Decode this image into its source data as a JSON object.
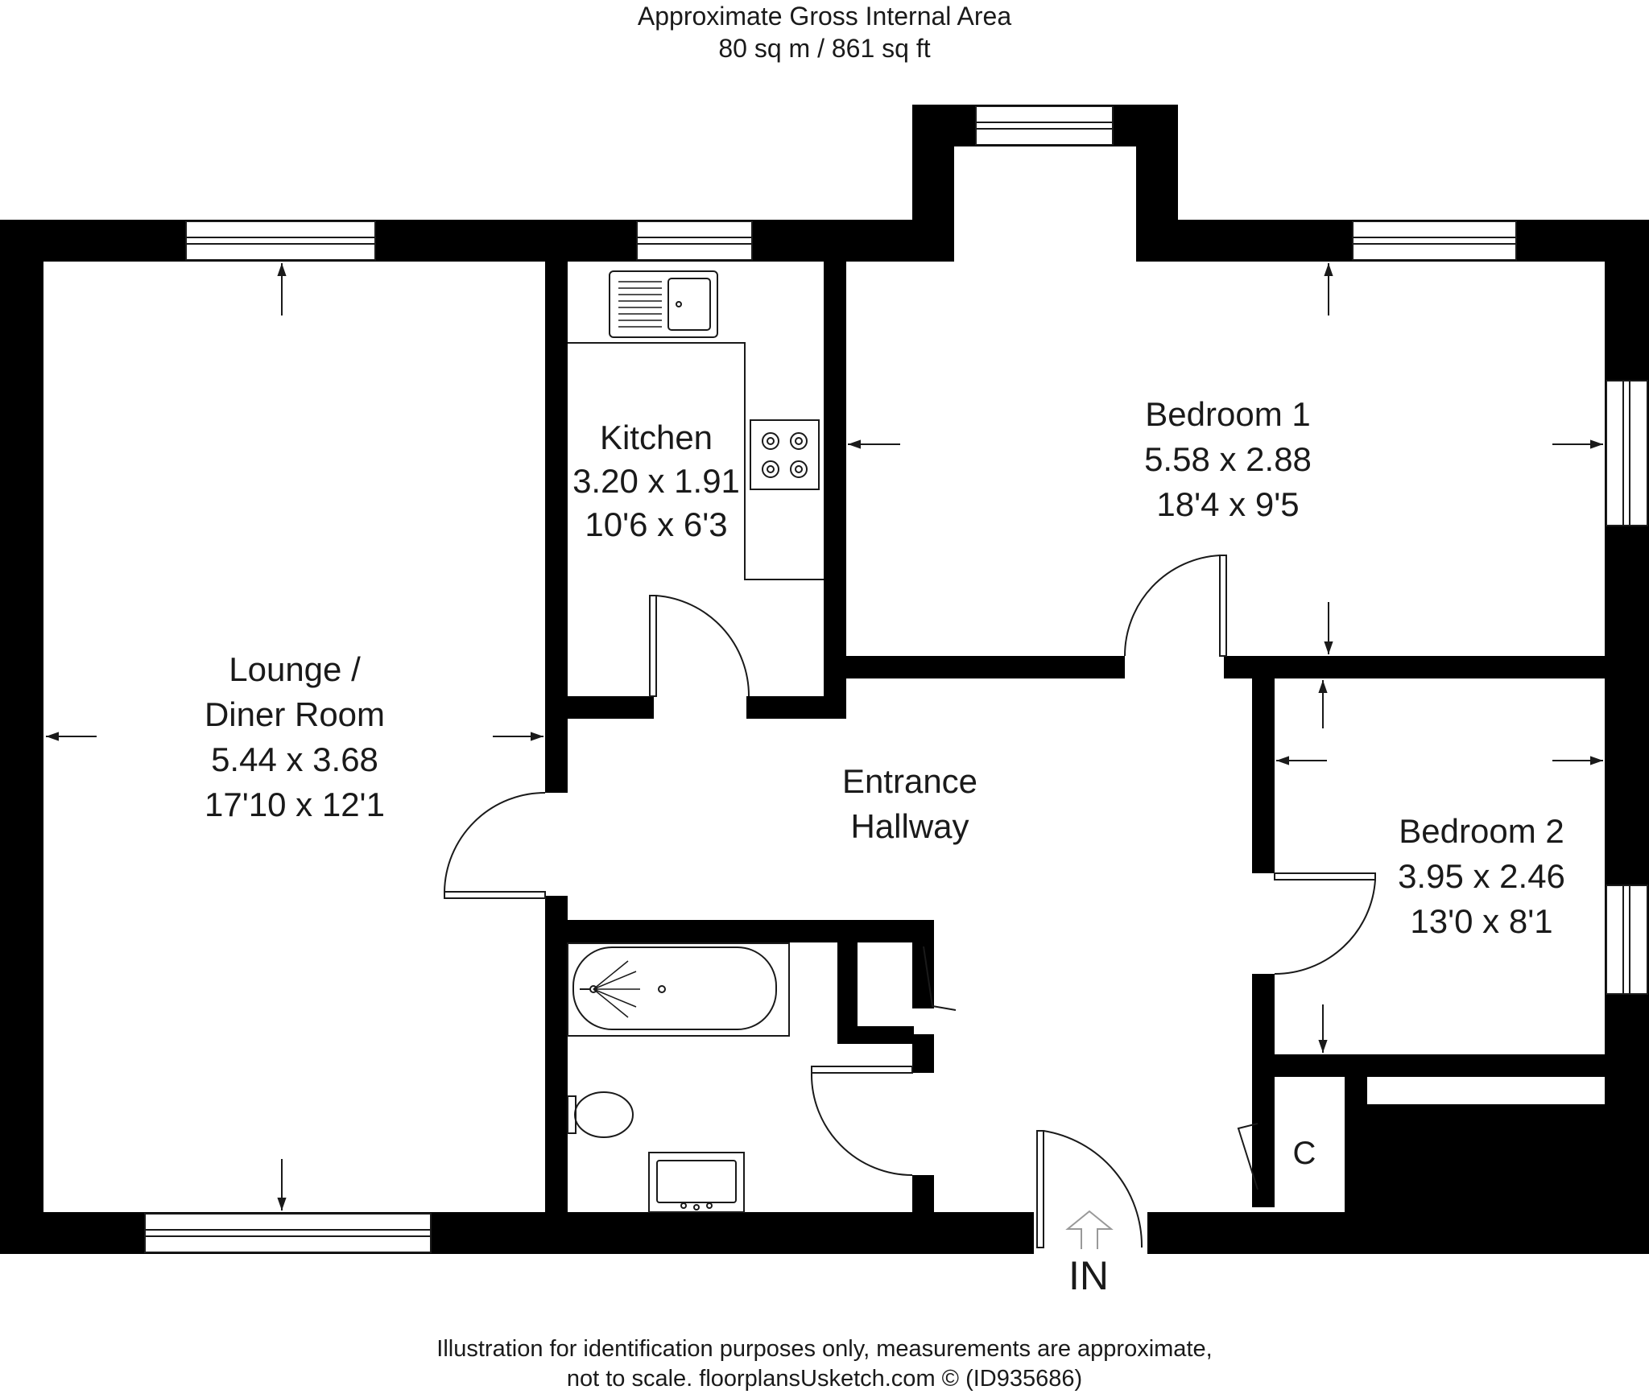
{
  "header": {
    "title": "Approximate Gross Internal Area",
    "area": "80 sq m / 861 sq ft"
  },
  "rooms": {
    "lounge": {
      "name_line1": "Lounge /",
      "name_line2": "Diner Room",
      "metric": "5.44 x 3.68",
      "imperial": "17'10 x 12'1"
    },
    "kitchen": {
      "name": "Kitchen",
      "metric": "3.20 x 1.91",
      "imperial": "10'6 x 6'3"
    },
    "bedroom1": {
      "name": "Bedroom 1",
      "metric": "5.58 x 2.88",
      "imperial": "18'4 x 9'5"
    },
    "bedroom2": {
      "name": "Bedroom 2",
      "metric": "3.95 x 2.46",
      "imperial": "13'0 x 8'1"
    },
    "hallway": {
      "name_line1": "Entrance",
      "name_line2": "Hallway"
    },
    "cupboard": {
      "name": "C"
    }
  },
  "entrance_label": "IN",
  "footer": {
    "line1": "Illustration for identification purposes only, measurements are approximate,",
    "line2": "not to scale. floorplansUsketch.com © (ID935686)"
  },
  "colors": {
    "wall": "#000000",
    "line": "#1a1a1a",
    "background": "#ffffff"
  }
}
